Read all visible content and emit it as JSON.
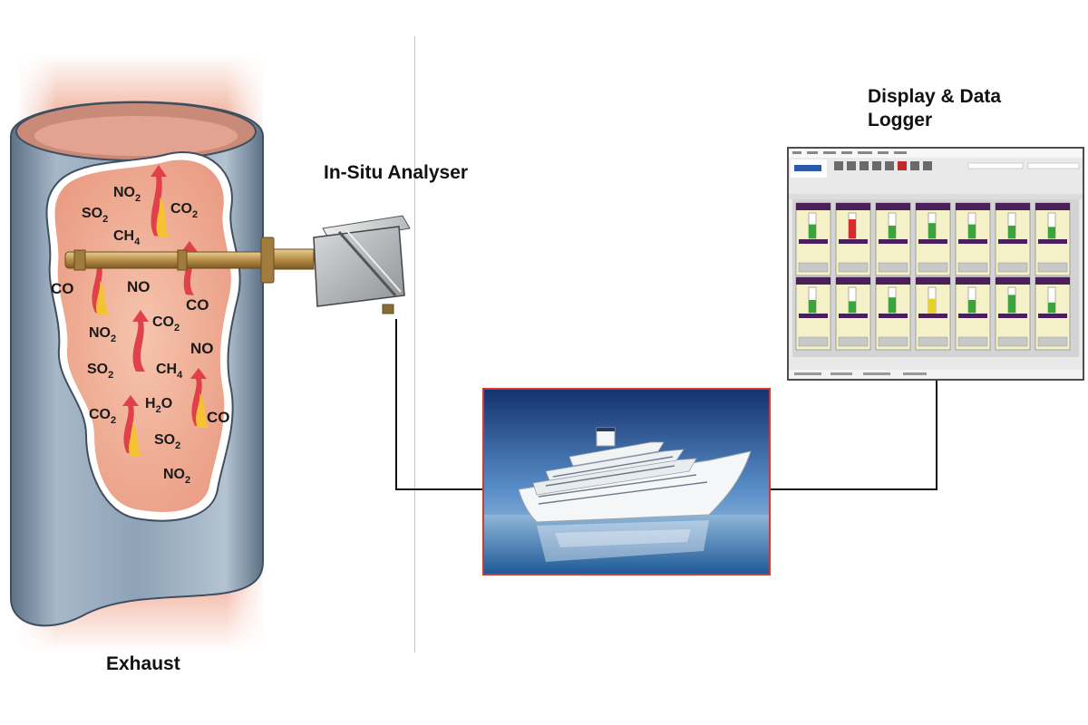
{
  "labels": {
    "analyser": "In-Situ Analyser",
    "display_line1": "Display & Data",
    "display_line2": "Logger",
    "exhaust": "Exhaust"
  },
  "gases": [
    {
      "base": "NO",
      "sub": "2"
    },
    {
      "base": "CO",
      "sub": "2"
    },
    {
      "base": "SO",
      "sub": "2"
    },
    {
      "base": "CH",
      "sub": "4"
    },
    {
      "base": "CO",
      "sub": ""
    },
    {
      "base": "NO",
      "sub": ""
    },
    {
      "base": "CO",
      "sub": ""
    },
    {
      "base": "NO",
      "sub": "2"
    },
    {
      "base": "CO",
      "sub": "2"
    },
    {
      "base": "NO",
      "sub": ""
    },
    {
      "base": "SO",
      "sub": "2"
    },
    {
      "base": "CH",
      "sub": "4"
    },
    {
      "base": "CO",
      "sub": "2"
    },
    {
      "base": "H",
      "sub": "2",
      "tail": "O"
    },
    {
      "base": "CO",
      "sub": ""
    },
    {
      "base": "SO",
      "sub": "2"
    },
    {
      "base": "NO",
      "sub": "2"
    }
  ],
  "colors": {
    "pipe": "#8ea3b7",
    "pipe_dark": "#5d7186",
    "gas_cavity": "#f1b39b",
    "flame_red": "#e0404a",
    "flame_yellow": "#f6c232",
    "ship_frame": "#d23a2e",
    "probe": "#c8a25c",
    "screen_frame": "#4c4c4c",
    "tile_bg": "#f4f1c8",
    "tile_header": "#4a1f5a",
    "gauge_green": "#3aa33a",
    "gauge_red": "#d92a2a",
    "gauge_yellow": "#e8d22a"
  }
}
